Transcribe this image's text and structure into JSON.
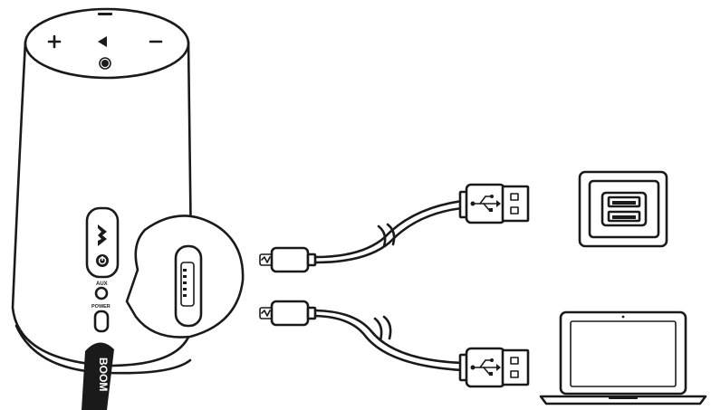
{
  "speaker": {
    "aux_label": "AUX",
    "power_label": "POWER",
    "brand": "BOOM"
  },
  "icons": [
    "bluetooth-icon",
    "power-icon",
    "usb-icon",
    "plus-icon",
    "minus-icon",
    "play-icon"
  ],
  "colors": {
    "line": "#1a1a1a",
    "background": "#ffffff"
  }
}
